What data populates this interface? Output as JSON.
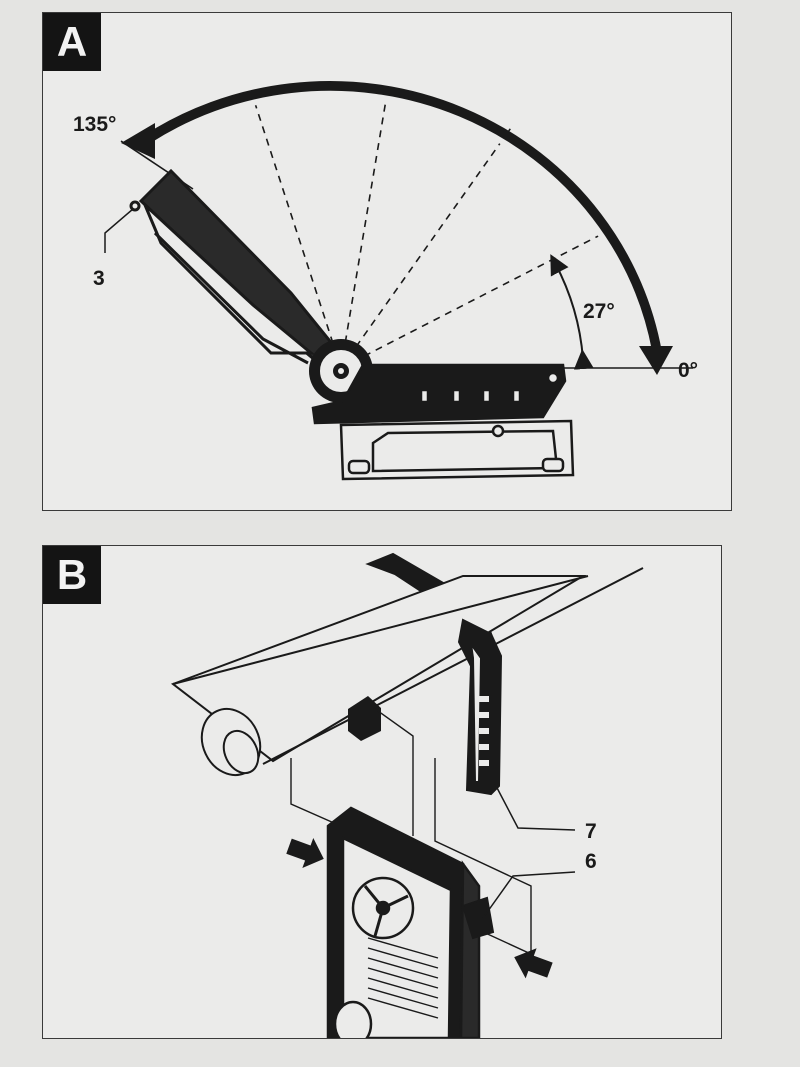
{
  "panel_a": {
    "tag": "A",
    "angle_max": "135°",
    "angle_min": "0°",
    "angle_tilt": "27°",
    "callout_3": "3"
  },
  "panel_b": {
    "tag": "B",
    "callout_7": "7",
    "callout_6": "6"
  },
  "colors": {
    "ink": "#1a1a1a",
    "paper": "#ebebea",
    "tag_bg": "#141414"
  }
}
